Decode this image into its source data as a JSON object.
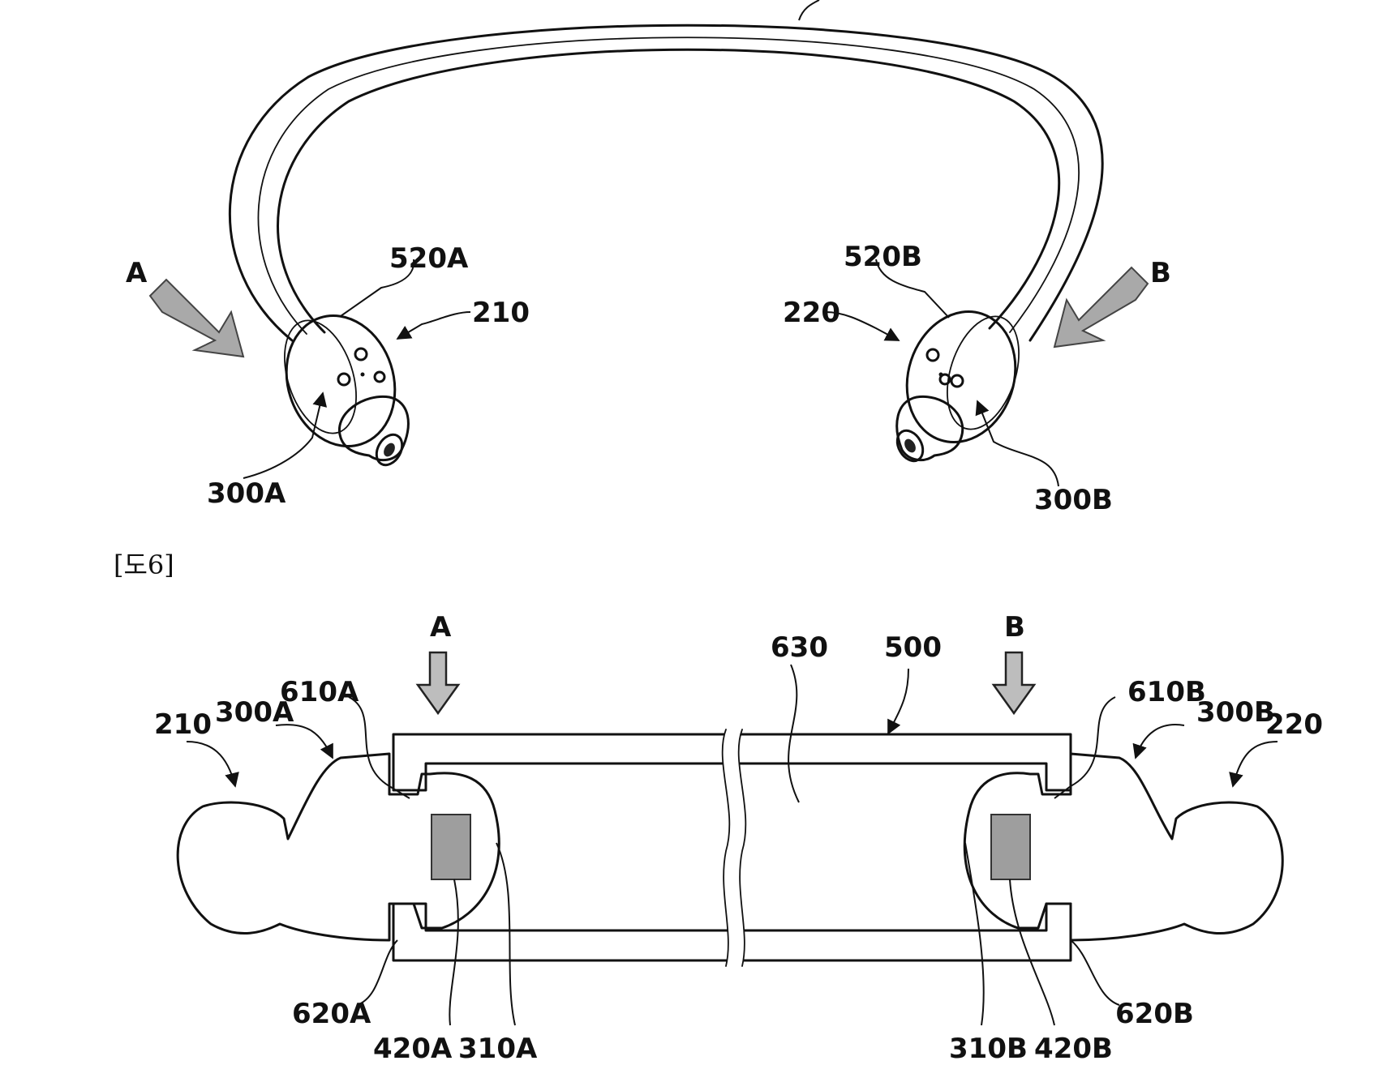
{
  "fig5": {
    "label_A": "A",
    "label_B": "B",
    "label_520A": "520A",
    "label_520B": "520B",
    "label_210": "210",
    "label_220": "220",
    "label_300A": "300A",
    "label_300B": "300B"
  },
  "fig6": {
    "caption": "[도6]",
    "label_A": "A",
    "label_B": "B",
    "label_630": "630",
    "label_500": "500",
    "label_610A": "610A",
    "label_610B": "610B",
    "label_300A": "300A",
    "label_300B": "300B",
    "label_210": "210",
    "label_220": "220",
    "label_620A": "620A",
    "label_620B": "620B",
    "label_420A": "420A",
    "label_420B": "420B",
    "label_310A": "310A",
    "label_310B": "310B"
  }
}
